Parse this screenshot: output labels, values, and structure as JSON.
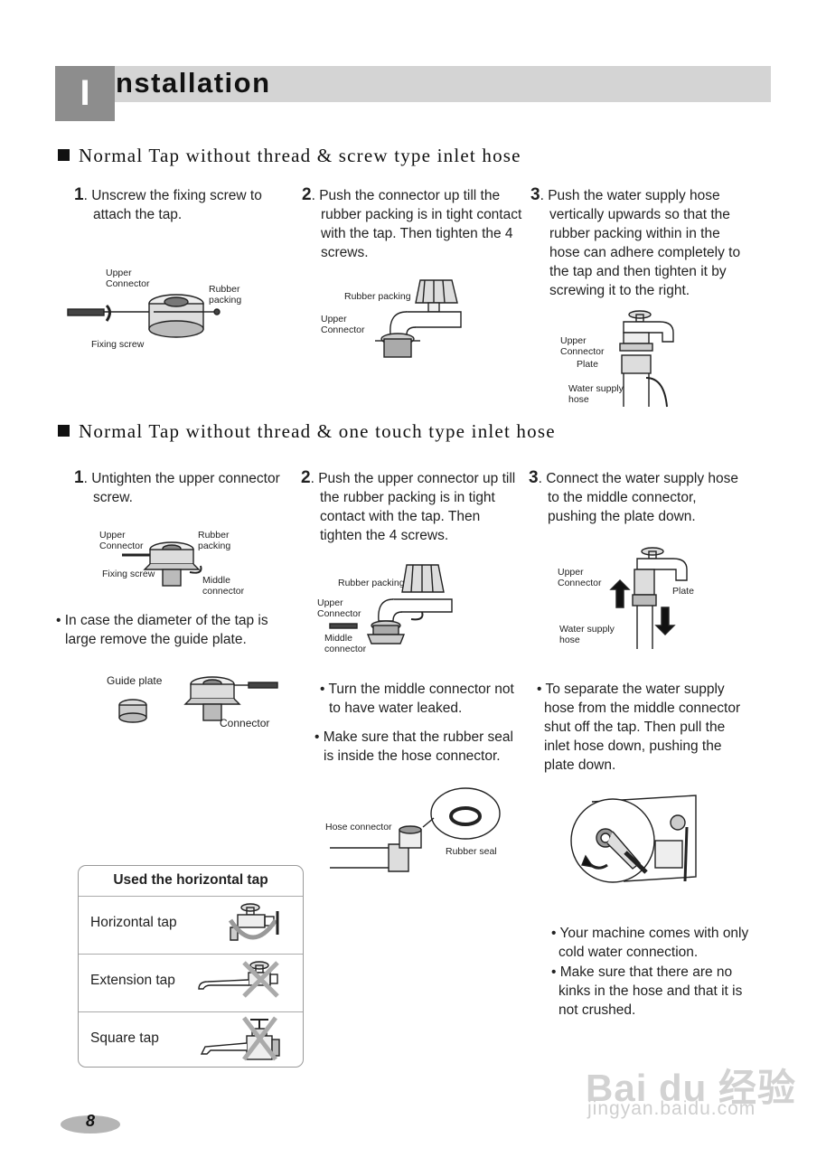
{
  "header": {
    "initial": "I",
    "rest": "nstallation"
  },
  "section1": {
    "title": "Normal Tap without thread & screw type inlet hose",
    "steps": [
      {
        "num": "1",
        "lines": [
          "Unscrew the fixing screw to",
          "attach the tap."
        ]
      },
      {
        "num": "2",
        "lines": [
          "Push the connector up till the",
          "rubber packing is in tight contact",
          "with the tap. Then tighten the 4",
          "screws."
        ]
      },
      {
        "num": "3",
        "lines": [
          "Push the water supply hose",
          "vertically upwards so that the",
          "rubber packing within in the",
          "hose can adhere completely to",
          "the tap and then tighten it by",
          "screwing it to the right."
        ]
      }
    ],
    "fig1": {
      "upper_connector": [
        "Upper",
        "Connector"
      ],
      "rubber_packing": [
        "Rubber",
        "packing"
      ],
      "fixing_screw": "Fixing screw"
    },
    "fig2": {
      "rubber_packing": "Rubber packing",
      "upper_connector": [
        "Upper",
        "Connector"
      ]
    },
    "fig3": {
      "upper_connector": [
        "Upper",
        "Connector"
      ],
      "plate": "Plate",
      "water_supply_hose": [
        "Water supply",
        "hose"
      ]
    }
  },
  "section2": {
    "title": "Normal Tap without thread & one touch type inlet hose",
    "steps": [
      {
        "num": "1",
        "lines": [
          "Untighten the upper connector",
          "screw."
        ]
      },
      {
        "num": "2",
        "lines": [
          "Push the upper connector up till",
          "the rubber packing is in tight",
          "contact with the tap. Then",
          "tighten the 4 screws."
        ]
      },
      {
        "num": "3",
        "lines": [
          "Connect the water supply hose",
          "to the middle connector,",
          "pushing the plate down."
        ]
      }
    ],
    "fig1": {
      "upper_connector": [
        "Upper",
        "Connector"
      ],
      "rubber_packing": [
        "Rubber",
        "packing"
      ],
      "fixing_screw": "Fixing screw",
      "middle_connector": [
        "Middle",
        "connector"
      ]
    },
    "note_col1": [
      "In case the diameter of the tap is",
      "large remove the guide plate."
    ],
    "fig_guide": {
      "guide_plate": "Guide plate",
      "connector": "Connector"
    },
    "fig2": {
      "rubber_packing": "Rubber packing",
      "upper_connector": [
        "Upper",
        "Connector"
      ],
      "middle_connector": [
        "Middle",
        "connector"
      ]
    },
    "notes_col2": [
      [
        "Turn the middle connector not",
        "to have water leaked."
      ],
      [
        "Make sure that the rubber seal",
        "is inside the hose connector."
      ]
    ],
    "fig_seal": {
      "hose_connector": "Hose connector",
      "rubber_seal": "Rubber seal"
    },
    "fig3": {
      "upper_connector": [
        "Upper",
        "Connector"
      ],
      "plate": "Plate",
      "water_supply_hose": [
        "Water supply",
        "hose"
      ]
    },
    "note_col3": [
      "To separate the water supply",
      "hose from the middle connector",
      "shut off the tap. Then pull the",
      "inlet hose down, pushing the",
      "plate down."
    ],
    "final_notes": [
      [
        "Your machine comes with only",
        "cold water connection."
      ],
      [
        "Make sure that there are no",
        "kinks in the hose and that it is",
        "not crushed."
      ]
    ]
  },
  "tap_table": {
    "title": "Used the horizontal tap",
    "rows": [
      {
        "label": "Horizontal tap"
      },
      {
        "label": "Extension tap"
      },
      {
        "label": "Square tap"
      }
    ]
  },
  "page_number": "8",
  "watermark": {
    "logo": "Bai du 经验",
    "url": "jingyan.baidu.com"
  }
}
